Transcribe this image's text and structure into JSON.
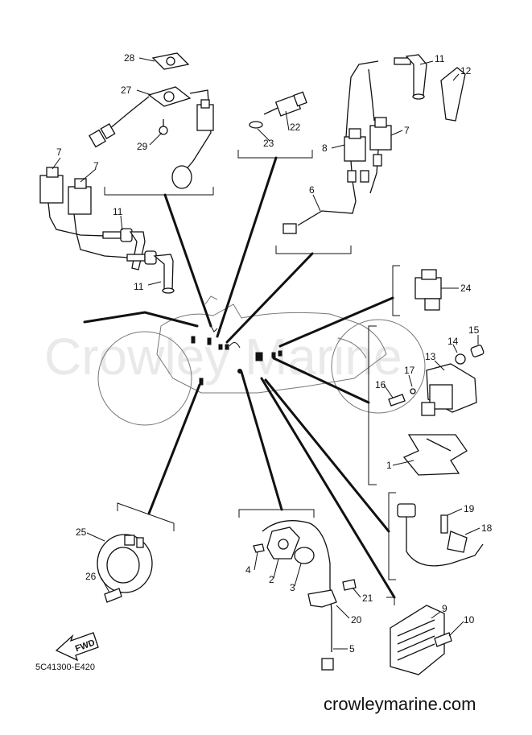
{
  "watermark": "Crowley Marine",
  "drawing_code": "5C41300-E420",
  "website": "crowleymarine.com",
  "fwd_label": "FWD",
  "callouts": {
    "c1": "1",
    "c2": "2",
    "c3": "3",
    "c4": "4",
    "c5": "5",
    "c6": "6",
    "c7a": "7",
    "c7b": "7",
    "c7c": "7",
    "c8": "8",
    "c9": "9",
    "c10": "10",
    "c11a": "11",
    "c11b": "11",
    "c11c": "11",
    "c12": "12",
    "c13": "13",
    "c14": "14",
    "c15": "15",
    "c16": "16",
    "c17": "17",
    "c18": "18",
    "c19": "19",
    "c20": "20",
    "c21": "21",
    "c22": "22",
    "c23": "23",
    "c24": "24",
    "c25": "25",
    "c26": "26",
    "c27": "27",
    "c28": "28",
    "c29": "29"
  }
}
